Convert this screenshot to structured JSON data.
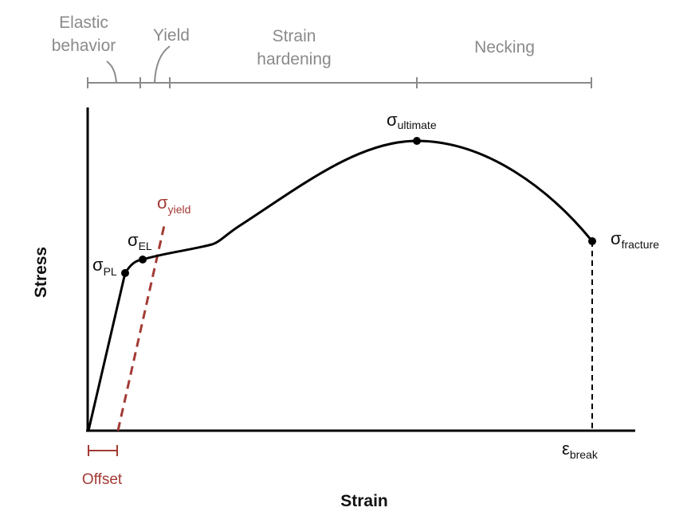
{
  "colors": {
    "curve": "#000000",
    "phase": "#8a8a8a",
    "accent_red": "#a33b35",
    "axis": "#000000"
  },
  "phases": {
    "elastic_line1": "Elastic",
    "elastic_line2": "behavior",
    "yield": "Yield",
    "strain_line1": "Strain",
    "strain_line2": "hardening",
    "necking": "Necking"
  },
  "axes": {
    "x_title": "Strain",
    "y_title": "Stress"
  },
  "points": {
    "pl": {
      "symbol": "σ",
      "sub": "PL"
    },
    "el": {
      "symbol": "σ",
      "sub": "EL"
    },
    "yield": {
      "symbol": "σ",
      "sub": "yield"
    },
    "ultimate": {
      "symbol": "σ",
      "sub": "ultimate"
    },
    "fracture": {
      "symbol": "σ",
      "sub": "fracture"
    },
    "break": {
      "symbol": "ε",
      "sub": "break"
    }
  },
  "offset": {
    "label": "Offset"
  }
}
